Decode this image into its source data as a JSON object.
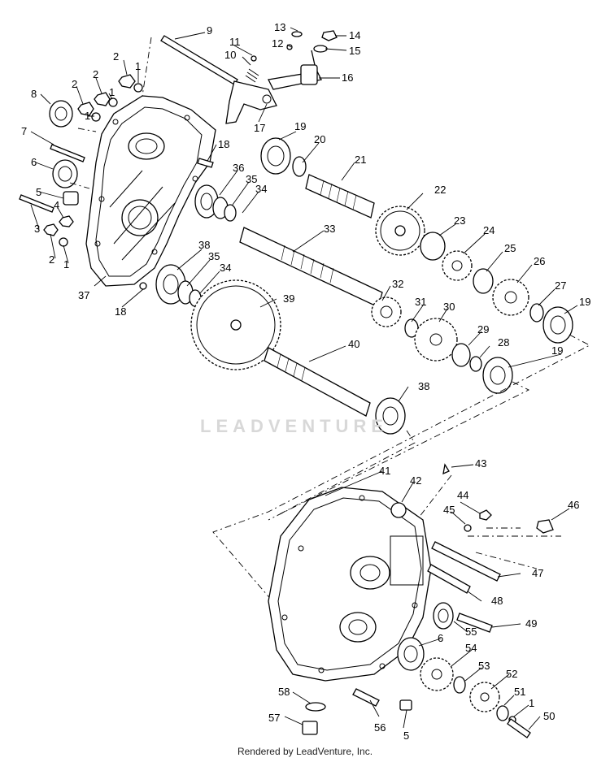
{
  "footer": "Rendered by LeadVenture, Inc.",
  "watermark": "LEADVENTURE",
  "callouts": [
    "1",
    "2",
    "3",
    "4",
    "5",
    "6",
    "7",
    "8",
    "9",
    "10",
    "11",
    "12",
    "13",
    "14",
    "15",
    "16",
    "17",
    "18",
    "19",
    "20",
    "21",
    "22",
    "23",
    "24",
    "25",
    "26",
    "27",
    "28",
    "29",
    "30",
    "31",
    "32",
    "33",
    "34",
    "35",
    "36",
    "37",
    "38",
    "39",
    "40",
    "41",
    "42",
    "43",
    "44",
    "45",
    "46",
    "47",
    "48",
    "49",
    "50",
    "51",
    "52",
    "53",
    "54",
    "55",
    "56",
    "57",
    "58"
  ]
}
